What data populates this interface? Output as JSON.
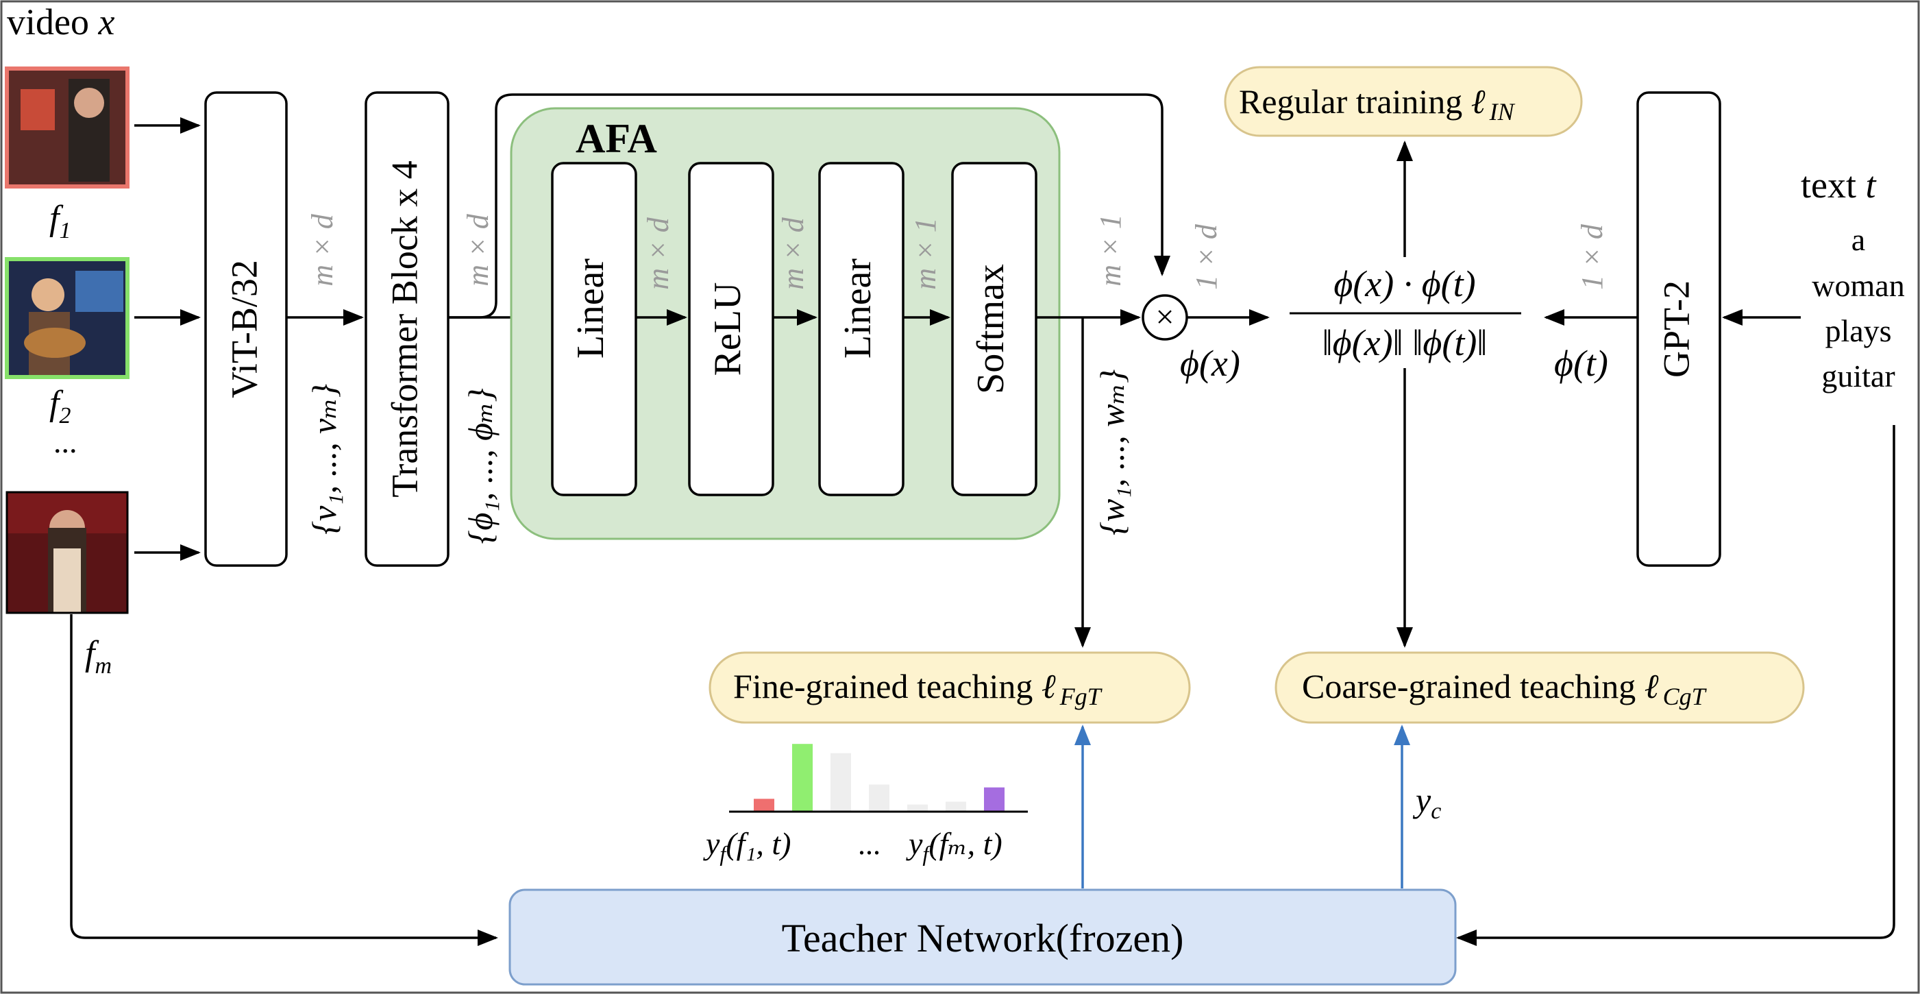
{
  "video": {
    "label": "video ",
    "var": "x"
  },
  "text": {
    "label": "text ",
    "var": "t"
  },
  "frames": {
    "f1": {
      "sym": "f",
      "sub": "1",
      "border": "#e9766c"
    },
    "f2": {
      "sym": "f",
      "sub": "2",
      "border": "#86e06a"
    },
    "dots": "...",
    "fm": {
      "sym": "f",
      "sub": "m"
    }
  },
  "blocks": {
    "vit": "ViT-B/32",
    "transformer": "Transformer Block x 4",
    "afa_title": "AFA",
    "linear1": "Linear",
    "relu": "ReLU",
    "linear2": "Linear",
    "softmax": "Softmax",
    "gpt2": "GPT-2"
  },
  "dims": {
    "vit_out": "m × d",
    "tr_out": "m × d",
    "lin1_out": "m × d",
    "relu_out": "m × d",
    "lin2_out": "m × 1",
    "softmax_out": "m × 1",
    "mult_out": "1 × d",
    "gpt_out": "1 × d"
  },
  "sets": {
    "v": "{v₁, ..., vₘ}",
    "phi": "{ϕ₁, ..., ϕₘ}",
    "w": "{w₁, ..., wₘ}"
  },
  "formula": {
    "phi_x": "ϕ(x)",
    "phi_t": "ϕ(t)",
    "numerator": "ϕ(x) · ϕ(t)",
    "denominator": "‖ϕ(x)‖ ‖ϕ(t)‖",
    "multiply": "×"
  },
  "caption_text": [
    "a",
    "woman",
    "plays",
    "guitar"
  ],
  "losses": {
    "regular": {
      "text": "Regular training ",
      "sym": "ℓ",
      "sub": "IN"
    },
    "fine": {
      "text": "Fine-grained teaching ",
      "sym": "ℓ",
      "sub": "FgT"
    },
    "coarse": {
      "text": "Coarse-grained teaching ",
      "sym": "ℓ",
      "sub": "CgT"
    }
  },
  "teacher": "Teacher Network(frozen)",
  "yc": {
    "sym": "y",
    "sub": "c"
  },
  "bar_labels": {
    "first": {
      "sym": "y",
      "sub": "f",
      "args": "(f₁, t)"
    },
    "dots": "...",
    "last": {
      "sym": "y",
      "sub": "f",
      "args": "(fₘ, t)"
    }
  },
  "bars": [
    {
      "value": 0.18,
      "color": "#ef6f6f"
    },
    {
      "value": 0.95,
      "color": "#90ee70"
    },
    {
      "value": 0.82,
      "color": "#eeeeee"
    },
    {
      "value": 0.38,
      "color": "#eeeeee"
    },
    {
      "value": 0.1,
      "color": "#eeeeee"
    },
    {
      "value": 0.14,
      "color": "#eeeeee"
    },
    {
      "value": 0.34,
      "color": "#a56de0"
    }
  ],
  "colors": {
    "afa_fill": "#d6e8d1",
    "afa_stroke": "#8cbf7d",
    "loss_fill": "#fdf3cf",
    "loss_stroke": "#d8c48c",
    "teacher_fill": "#d9e5f7",
    "teacher_stroke": "#7d9fcc",
    "arrow_blue": "#3b78c2"
  }
}
